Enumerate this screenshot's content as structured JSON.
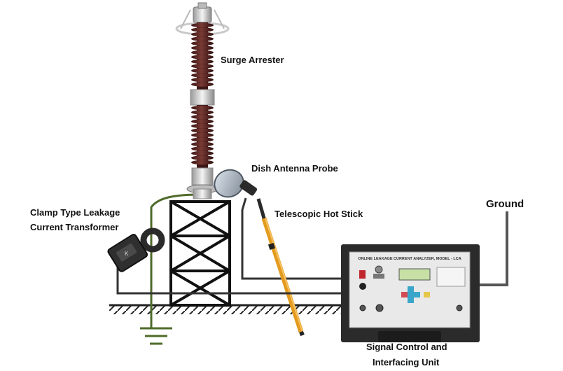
{
  "labels": {
    "surge_arrester": "Surge Arrester",
    "dish_antenna_probe": "Dish Antenna Probe",
    "telescopic_hot_stick": "Telescopic Hot Stick",
    "ground": "Ground",
    "clamp_line1": "Clamp Type Leakage",
    "clamp_line2": "Current Transformer",
    "signal_line1": "Signal Control and",
    "signal_line2": "Interfacing Unit"
  },
  "analyzer_panel": {
    "header": "ONLINE LEAKAGE CURRENT ANALYZER, MODEL - LCA"
  },
  "colors": {
    "arrester_brown": "#5a2320",
    "ground_wire": "#4f6b2a",
    "cable": "#3a3a3a",
    "hot_stick_orange": "#e39a1e",
    "case_dark": "#2b2b2b",
    "panel_face": "#e9e9e9",
    "lcd_green": "#c6e0a6"
  }
}
